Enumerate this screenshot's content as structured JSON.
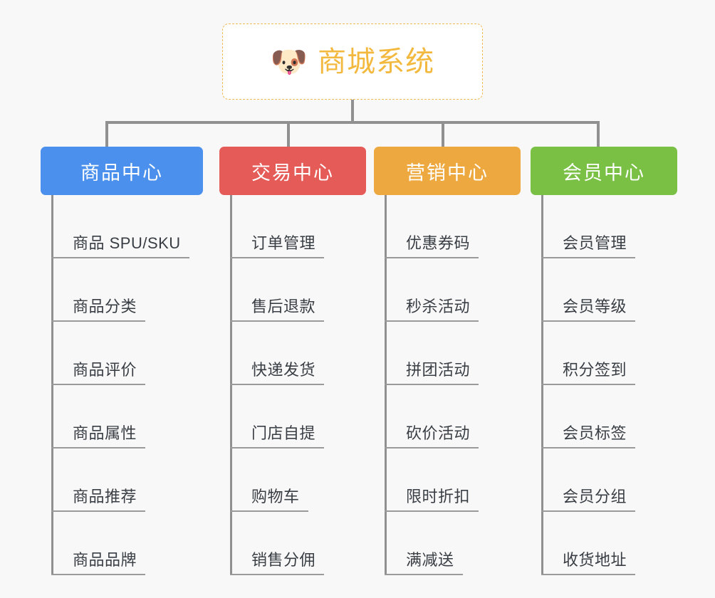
{
  "page": {
    "background_color": "#f8f8f8",
    "line_color": "#909090",
    "leaf_text_color": "#393e44"
  },
  "root": {
    "icon": "dog-face-emoji",
    "emoji": "🐶",
    "title": "商城系统",
    "text_color": "#f3b93f",
    "border_color": "#f0ba55",
    "background_color": "#ffffff"
  },
  "columns": [
    {
      "id": "product-center",
      "header": "商品中心",
      "color": "#4a90ec",
      "items": [
        "商品 SPU/SKU",
        "商品分类",
        "商品评价",
        "商品属性",
        "商品推荐",
        "商品品牌"
      ]
    },
    {
      "id": "trade-center",
      "header": "交易中心",
      "color": "#e55b57",
      "items": [
        "订单管理",
        "售后退款",
        "快递发货",
        "门店自提",
        "购物车",
        "销售分佣"
      ]
    },
    {
      "id": "marketing-center",
      "header": "营销中心",
      "color": "#eda93f",
      "items": [
        "优惠券码",
        "秒杀活动",
        "拼团活动",
        "砍价活动",
        "限时折扣",
        "满减送"
      ]
    },
    {
      "id": "member-center",
      "header": "会员中心",
      "color": "#79c044",
      "items": [
        "会员管理",
        "会员等级",
        "积分签到",
        "会员标签",
        "会员分组",
        "收货地址"
      ]
    }
  ]
}
